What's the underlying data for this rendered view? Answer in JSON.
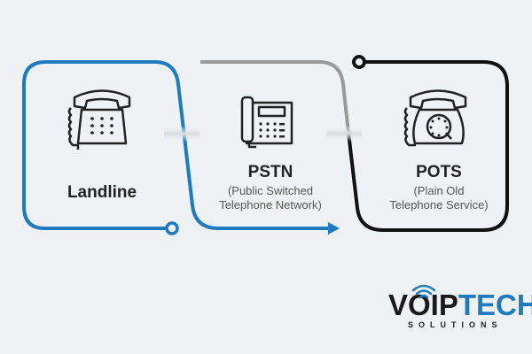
{
  "steps": [
    {
      "title": "Landline",
      "subtitle_line1": "",
      "subtitle_line2": "",
      "icon": "push-button-telephone-icon"
    },
    {
      "title": "PSTN",
      "subtitle_line1": "(Public Switched",
      "subtitle_line2": "Telephone Network)",
      "icon": "office-desk-phone-icon"
    },
    {
      "title": "POTS",
      "subtitle_line1": "(Plain Old",
      "subtitle_line2": "Telephone Service)",
      "icon": "rotary-telephone-icon"
    }
  ],
  "logo": {
    "brand_part1": "VOIP",
    "brand_part2": "TECH",
    "tagline": "SOLUTIONS"
  },
  "colors": {
    "blue": "#1f7bc0",
    "gray": "#9a9a9a",
    "black": "#111111",
    "background": "#eef2f4"
  }
}
